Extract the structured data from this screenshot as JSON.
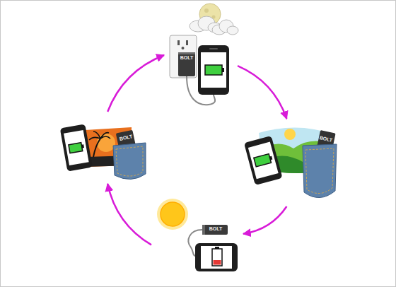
{
  "diagram": {
    "nodes": [
      {
        "text": [
          "BOLT"
        ]
      },
      {
        "text": [
          "BOLT"
        ]
      },
      {
        "text": [
          "BOLT"
        ]
      },
      {
        "text": [
          "BOLT"
        ]
      }
    ],
    "edges": [
      {
        "from": 0,
        "to": 1,
        "arrow": "to"
      },
      {
        "from": 1,
        "to": 2,
        "arrow": "to"
      },
      {
        "from": 2,
        "to": 3,
        "arrow": "to"
      },
      {
        "from": 3,
        "to": 0,
        "arrow": "to"
      }
    ]
  }
}
